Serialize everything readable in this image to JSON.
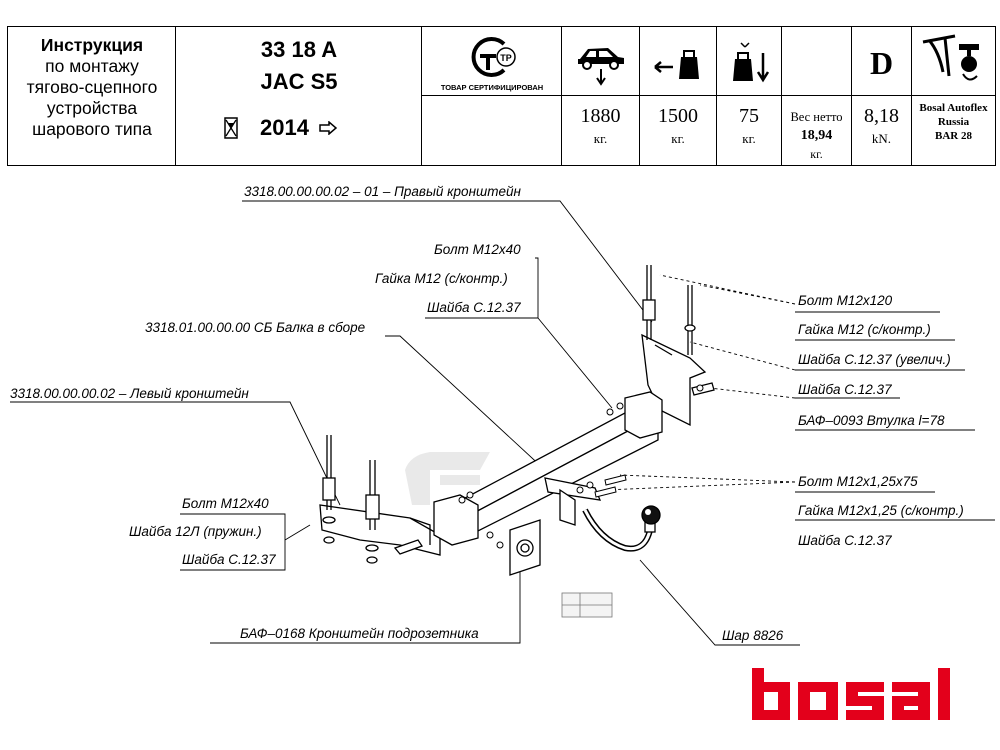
{
  "header": {
    "title_lines": [
      "Инструкция",
      "по монтажу",
      "тягово-сцепного",
      "устройства",
      "шарового типа"
    ],
    "part_number": "33 18 A",
    "model": "JAC S5",
    "year": "2014",
    "certificate_caption": "ТОВАР СЕРТИФИЦИРОВАН",
    "cert_mark": "ТР",
    "specs": [
      {
        "value": "1880",
        "unit": "кг.",
        "icon": "car-load-down-icon"
      },
      {
        "value": "1500",
        "unit": "кг.",
        "icon": "trailer-weight-icon"
      },
      {
        "value": "75",
        "unit": "кг.",
        "icon": "vertical-load-icon"
      }
    ],
    "net_weight": {
      "label": "Вес нетто",
      "value": "18,94",
      "unit": "кг."
    },
    "d_value": {
      "letter": "D",
      "value": "8,18",
      "unit": "kN."
    },
    "brand_lines": [
      "Bosal Autoflex",
      "Russia",
      "BAR 28"
    ]
  },
  "labels": {
    "right_bracket": "3318.00.00.00.02 – 01 – Правый кронштейн",
    "bolt_m12x40_top": "Болт M12x40",
    "nut_m12_top": "Гайка M12 (с/контр.)",
    "washer_top": "Шайба С.12.37",
    "beam": "3318.01.00.00.00 СБ Балка в сборе",
    "left_bracket": "3318.00.00.00.02 – Левый кронштейн",
    "bolt_m12x40_left": "Болт M12x40",
    "spring_washer": "Шайба 12Л (пружин.)",
    "washer_left": "Шайба С.12.37",
    "bolt_m12x120": "Болт M12x120",
    "nut_m12_right": "Гайка M12 (с/контр.)",
    "washer_enlarged": "Шайба С.12.37 (увелич.)",
    "washer_right": "Шайба С.12.37",
    "sleeve": "БАФ–0093 Втулка l=78",
    "bolt_m12x125": "Болт M12x1,25x75",
    "nut_m12x125": "Гайка M12x1,25 (с/контр.)",
    "washer_ball": "Шайба С.12.37",
    "socket_bracket": "БАФ–0168 Кронштейн подрозетника",
    "ball": "Шар 8826",
    "logo": "bosal"
  },
  "colors": {
    "logo_red": "#e3001b",
    "line": "#000000"
  }
}
